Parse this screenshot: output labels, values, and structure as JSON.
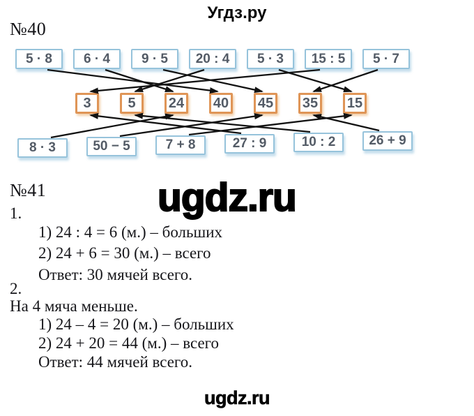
{
  "header": {
    "site_title": "Угдз.ру"
  },
  "watermark": "ugdz.ru",
  "footer": "ugdz.ru",
  "colors": {
    "expression_box_border": "#96c3db",
    "value_box_border": "#df9557",
    "box_text": "#535b66",
    "arrow": "#121212",
    "background": "#ffffff"
  },
  "exercise40": {
    "label": "№40",
    "top_row": [
      "5 · 8",
      "6 · 4",
      "9 · 5",
      "20 : 4",
      "5 · 3",
      "15 : 5",
      "5 · 7"
    ],
    "middle_row": [
      "3",
      "5",
      "24",
      "40",
      "45",
      "35",
      "15"
    ],
    "bottom_row": [
      "8 · 3",
      "50 − 5",
      "7 + 8",
      "27 : 9",
      "10 : 2",
      "26 + 9"
    ],
    "connections": [
      {
        "row": "top",
        "from": "5 · 8",
        "to": "40"
      },
      {
        "row": "top",
        "from": "6 · 4",
        "to": "24"
      },
      {
        "row": "top",
        "from": "9 · 5",
        "to": "45"
      },
      {
        "row": "top",
        "from": "20 : 4",
        "to": "5"
      },
      {
        "row": "top",
        "from": "5 · 3",
        "to": "15"
      },
      {
        "row": "top",
        "from": "15 : 5",
        "to": "3"
      },
      {
        "row": "top",
        "from": "5 · 7",
        "to": "35"
      },
      {
        "row": "bottom",
        "from": "8 · 3",
        "to": "24"
      },
      {
        "row": "bottom",
        "from": "50 − 5",
        "to": "45"
      },
      {
        "row": "bottom",
        "from": "7 + 8",
        "to": "15"
      },
      {
        "row": "bottom",
        "from": "27 : 9",
        "to": "3"
      },
      {
        "row": "bottom",
        "from": "10 : 2",
        "to": "5"
      },
      {
        "row": "bottom",
        "from": "26 + 9",
        "to": "35"
      }
    ]
  },
  "exercise41": {
    "label": "№41",
    "part1": {
      "number": "1.",
      "steps": [
        "1) 24 : 4 = 6 (м.) – больших",
        "2) 24 + 6 = 30 (м.) – всего"
      ],
      "answer": "Ответ: 30 мячей всего."
    },
    "part2": {
      "number": "2.",
      "note": "На 4 мяча меньше.",
      "steps": [
        "1) 24 – 4 = 20 (м.) – больших",
        "2) 24 + 20 = 44 (м.) – всего"
      ],
      "answer": "Ответ: 44 мячей всего."
    }
  }
}
